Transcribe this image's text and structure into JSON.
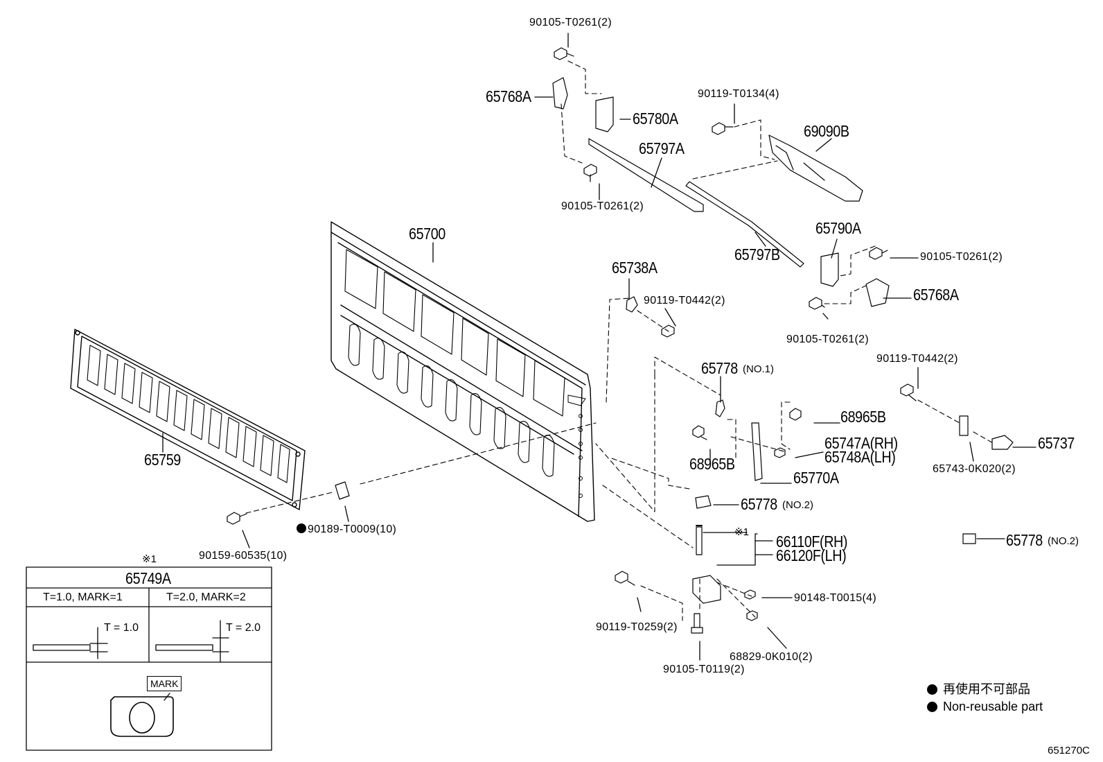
{
  "parts": [
    {
      "id": "p1",
      "no": "90105-T0261(2)",
      "non_reusable": false
    },
    {
      "id": "p2",
      "no": "65768A",
      "non_reusable": false
    },
    {
      "id": "p3",
      "no": "65780A",
      "non_reusable": false
    },
    {
      "id": "p4",
      "no": "90119-T0134(4)",
      "non_reusable": false
    },
    {
      "id": "p5",
      "no": "69090B",
      "non_reusable": false
    },
    {
      "id": "p6",
      "no": "65797A",
      "non_reusable": false
    },
    {
      "id": "p7",
      "no": "90105-T0261(2)",
      "non_reusable": false
    },
    {
      "id": "p8",
      "no": "65700",
      "non_reusable": false
    },
    {
      "id": "p9",
      "no": "65797B",
      "non_reusable": false
    },
    {
      "id": "p10",
      "no": "65790A",
      "non_reusable": false
    },
    {
      "id": "p11",
      "no": "90105-T0261(2)",
      "non_reusable": false
    },
    {
      "id": "p12",
      "no": "65738A",
      "non_reusable": false
    },
    {
      "id": "p13",
      "no": "90119-T0442(2)",
      "non_reusable": false
    },
    {
      "id": "p14",
      "no": "65768A",
      "non_reusable": false
    },
    {
      "id": "p15",
      "no": "90105-T0261(2)",
      "non_reusable": false
    },
    {
      "id": "p16",
      "no": "90119-T0442(2)",
      "non_reusable": false
    },
    {
      "id": "p17",
      "no": "65778",
      "note": "(NO.1)",
      "non_reusable": false
    },
    {
      "id": "p18",
      "no": "68965B",
      "non_reusable": false
    },
    {
      "id": "p19",
      "no": "68965B",
      "non_reusable": false
    },
    {
      "id": "p20",
      "no": "65747A(RH)",
      "non_reusable": false
    },
    {
      "id": "p21",
      "no": "65748A(LH)",
      "non_reusable": false
    },
    {
      "id": "p22",
      "no": "65770A",
      "non_reusable": false
    },
    {
      "id": "p23",
      "no": "65737",
      "non_reusable": false
    },
    {
      "id": "p24",
      "no": "65743-0K020(2)",
      "non_reusable": false
    },
    {
      "id": "p25",
      "no": "65759",
      "non_reusable": false
    },
    {
      "id": "p26",
      "no": "65778",
      "note": "(NO.2)",
      "non_reusable": false
    },
    {
      "id": "p27",
      "no": "90189-T0009(10)",
      "non_reusable": true
    },
    {
      "id": "p28",
      "no": "90159-60535(10)",
      "non_reusable": false
    },
    {
      "id": "p29",
      "no": "66110F(RH)",
      "non_reusable": false
    },
    {
      "id": "p30",
      "no": "66120F(LH)",
      "non_reusable": false
    },
    {
      "id": "p31",
      "no": "65778",
      "note": "(NO.2)",
      "non_reusable": false
    },
    {
      "id": "p32",
      "no": "90148-T0015(4)",
      "non_reusable": false
    },
    {
      "id": "p33",
      "no": "90119-T0259(2)",
      "non_reusable": false
    },
    {
      "id": "p34",
      "no": "68829-0K010(2)",
      "non_reusable": false
    },
    {
      "id": "p35",
      "no": "90105-T0119(2)",
      "non_reusable": false
    }
  ],
  "ref_mark": "※1",
  "shim_table": {
    "ref": "※1",
    "title": "65749A",
    "columns": [
      {
        "header": "T=1.0, MARK=1",
        "thickness": "T = 1.0"
      },
      {
        "header": "T=2.0, MARK=2",
        "thickness": "T = 2.0"
      }
    ],
    "mark_label": "MARK"
  },
  "legend": {
    "jp": "再使用不可部品",
    "en": "Non-reusable part"
  },
  "diagram_id": "651270C"
}
